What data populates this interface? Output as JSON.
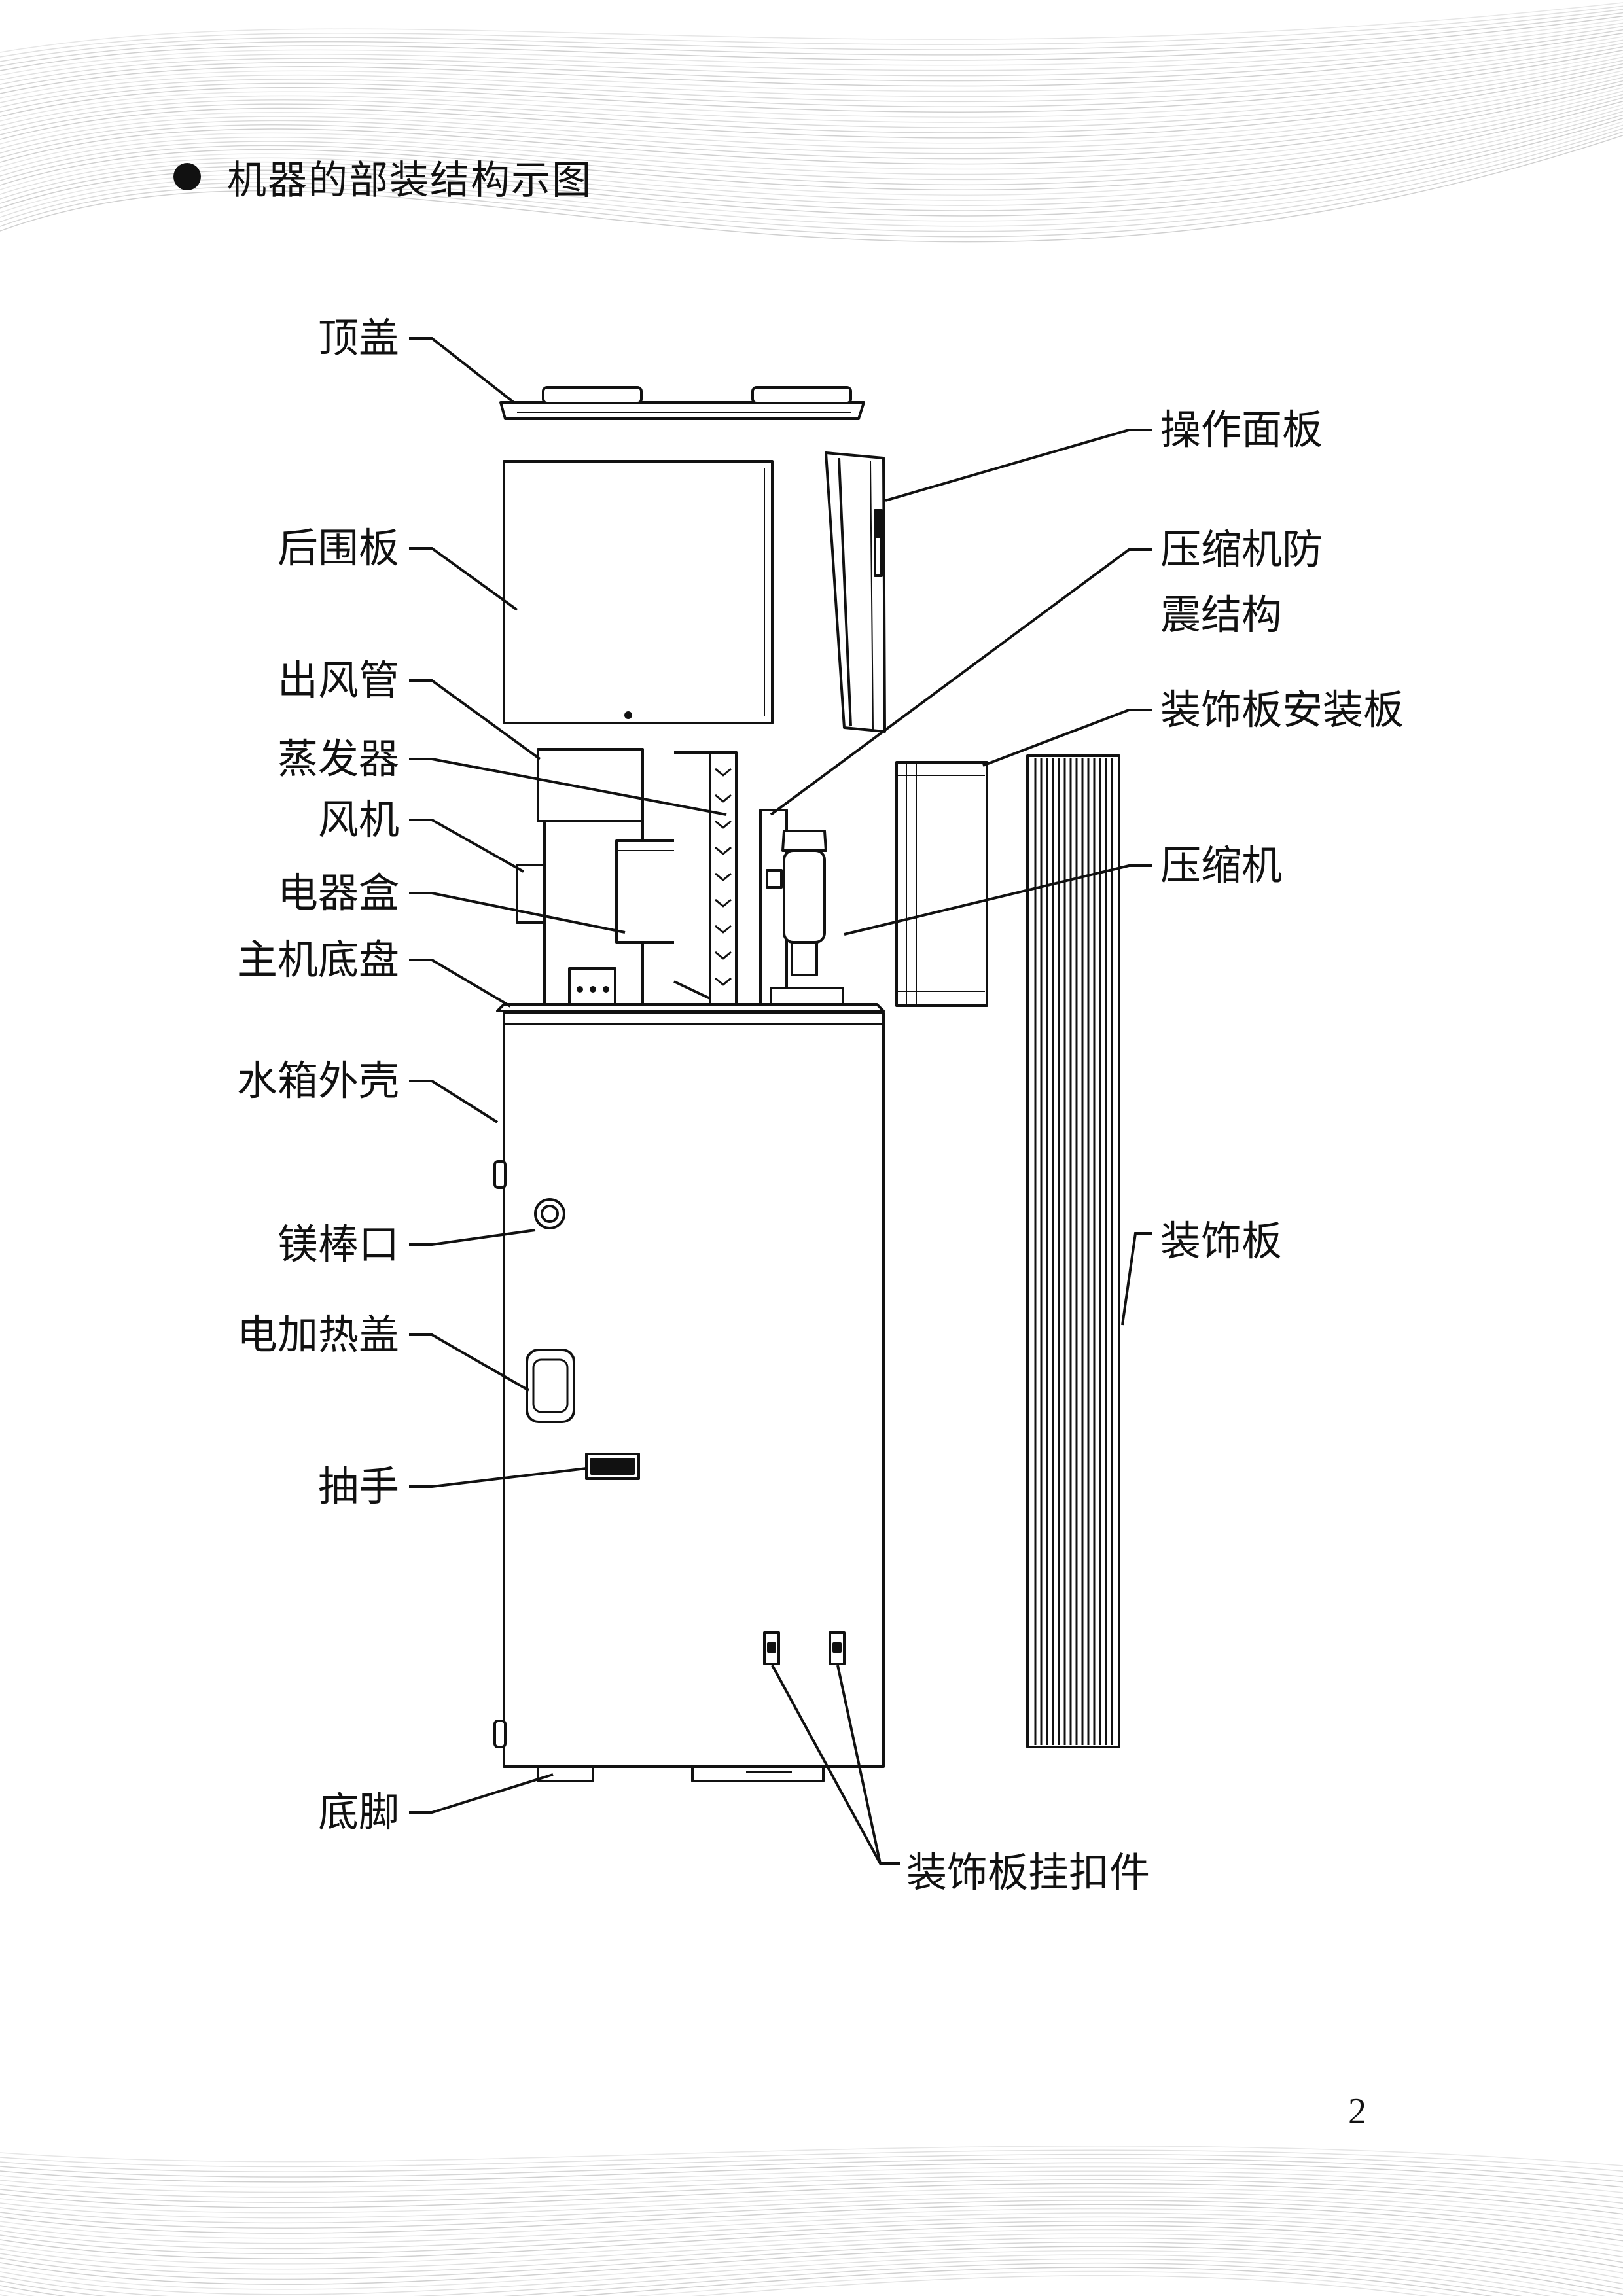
{
  "heading": {
    "bullet_icon": "black-dot-icon",
    "title": "机器的部装结构示图"
  },
  "labels": {
    "top_cover": "顶盖",
    "rear_panel": "后围板",
    "air_outlet_duct": "出风管",
    "evaporator": "蒸发器",
    "fan": "风机",
    "electric_box": "电器盒",
    "main_chassis": "主机底盘",
    "tank_shell": "水箱外壳",
    "magnesium_rod_port": "镁棒口",
    "electric_heater_cover": "电加热盖",
    "handle": "抽手",
    "foot": "底脚",
    "control_panel": "操作面板",
    "compressor_antivibration_line1": "压缩机防",
    "compressor_antivibration_line2": "震结构",
    "decor_panel_mount": "装饰板安装板",
    "compressor": "压缩机",
    "decor_panel": "装饰板",
    "decor_panel_hook": "装饰板挂扣件"
  },
  "page_number": "2",
  "colors": {
    "line": "#111111",
    "wave": "#b8b8b8",
    "fill_light": "#f4f4f4"
  }
}
